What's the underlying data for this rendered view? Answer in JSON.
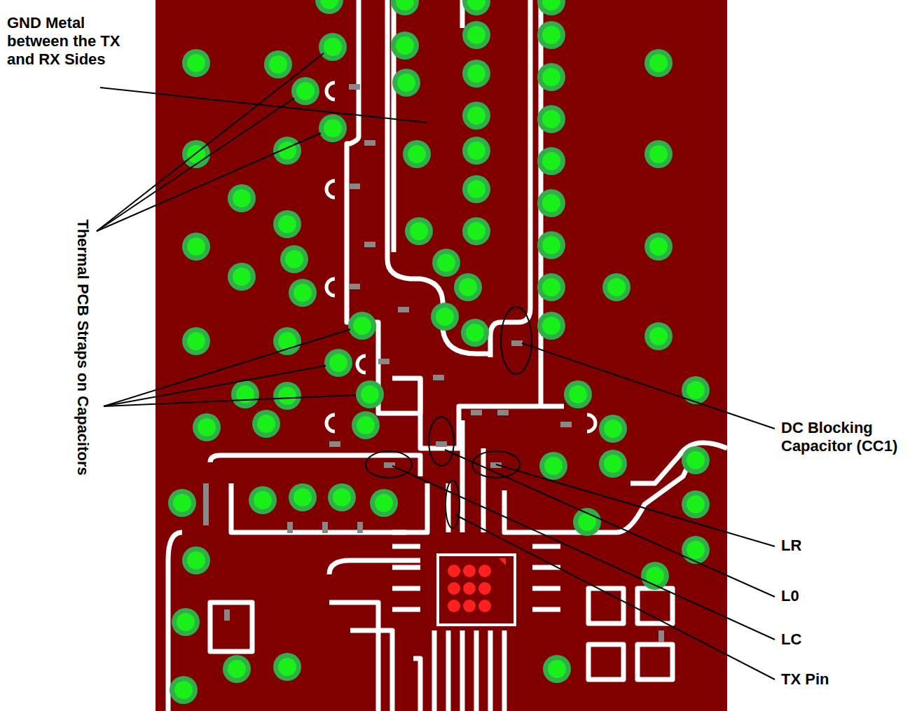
{
  "diagram": {
    "labels": [
      "GND Metal between the TX and RX Sides",
      "Thermal PCB Straps on Capacitors",
      "DC Blocking Capacitor (CC1)",
      "LR",
      "L0",
      "LC",
      "TX Pin"
    ]
  }
}
